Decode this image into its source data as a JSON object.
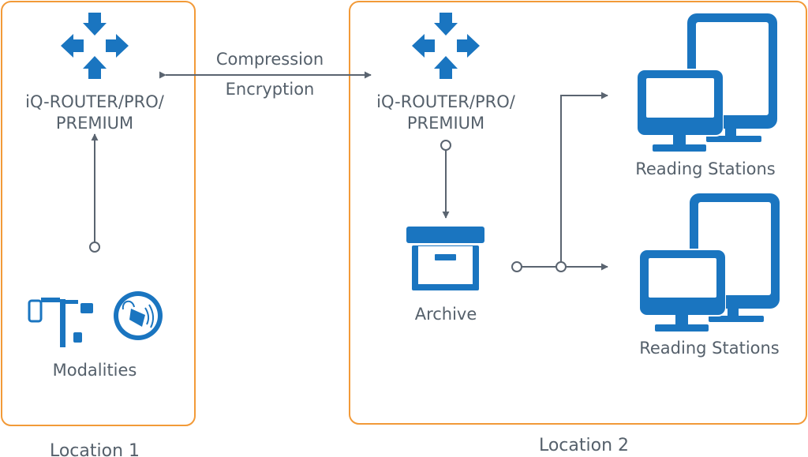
{
  "colors": {
    "box_border": "#f29a38",
    "icon_blue": "#1a75c0",
    "line": "#5a6470",
    "text": "#55606b"
  },
  "location1": {
    "caption": "Location 1",
    "router_label_line1": "iQ-ROUTER/PRO/",
    "router_label_line2": "PREMIUM",
    "modalities_label": "Modalities",
    "icons": [
      "router-icon",
      "xray-machine-icon",
      "ultrasound-probe-icon"
    ]
  },
  "link": {
    "line1": "Compression",
    "line2": "Encryption"
  },
  "location2": {
    "caption": "Location 2",
    "router_label_line1": "iQ-ROUTER/PRO/",
    "router_label_line2": "PREMIUM",
    "archive_label": "Archive",
    "stations": [
      {
        "label": "Reading Stations"
      },
      {
        "label": "Reading Stations"
      }
    ],
    "icons": [
      "router-icon",
      "archive-box-icon",
      "workstation-monitors-icon"
    ]
  }
}
